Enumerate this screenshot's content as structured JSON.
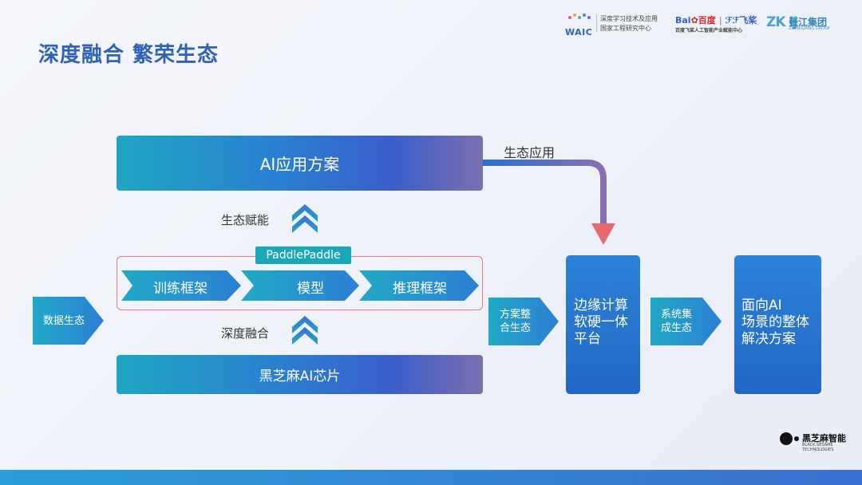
{
  "title": "深度融合 繁荣生态",
  "header": {
    "waic_text": "WAIC",
    "center_line1": "深度学习技术及应用",
    "center_line2": "国家工程研究中心",
    "baidu_text": "Bai",
    "baidu_text2": "百度",
    "feijiang_text": "飞桨",
    "baidu_sub": "百度飞桨人工智能产业赋能中心",
    "zj_mark": "ZK IJ",
    "zj_name": "张江集团",
    "zj_sub": "ZHANGJIANG GROUP"
  },
  "diagram": {
    "ai_app": "AI应用方案",
    "eco_app": "生态应用",
    "eco_empower": "生态赋能",
    "paddle_tag": "PaddlePaddle",
    "steps": [
      "训练框架",
      "模型",
      "推理框架"
    ],
    "data_eco": "数据生态",
    "deep_fusion": "深度融合",
    "chip": "黑芝麻AI芯片",
    "solution_integration": [
      "方案整",
      "合生态"
    ],
    "edge_platform": [
      "边缘计算",
      "软硬一体",
      "平台"
    ],
    "system_integration": [
      "系统集",
      "成生态"
    ],
    "whole_solution": [
      "面向AI",
      "场景的整体",
      "解决方案"
    ]
  },
  "footer": {
    "brand": "黑芝麻智能",
    "brand_sub1": "BLACK SESAME",
    "brand_sub2": "TECHNOLOGIES"
  },
  "colors": {
    "title": "#2f63b8",
    "gradient_start": "#1fa6c3",
    "gradient_end": "#7a6fae",
    "frame_border": "#e57a80",
    "arrow_red": "#e8686e"
  }
}
